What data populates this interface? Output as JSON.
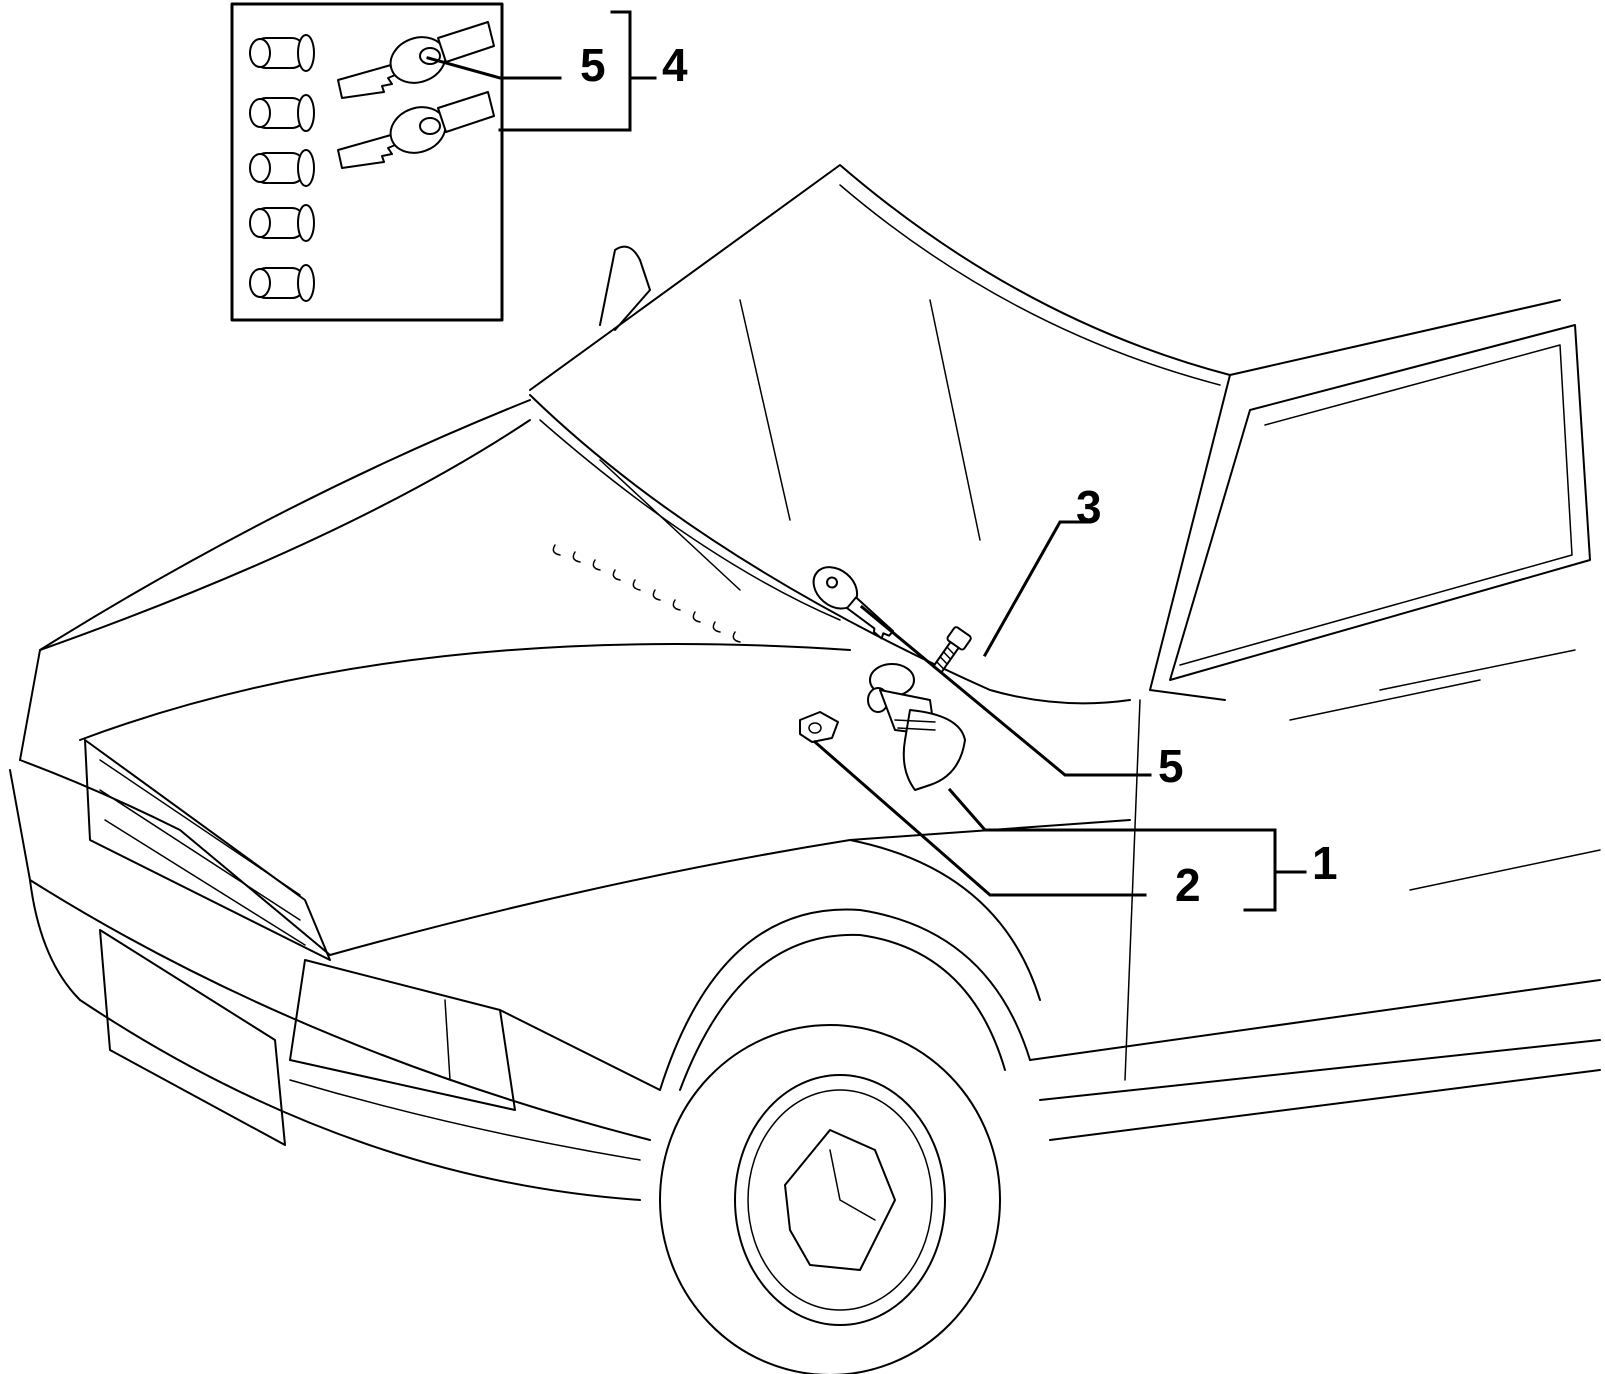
{
  "diagram": {
    "callouts": {
      "kit_key": "5",
      "kit": "4",
      "screw": "3",
      "key": "5",
      "lock_cylinder": "1",
      "small_part": "2"
    }
  }
}
